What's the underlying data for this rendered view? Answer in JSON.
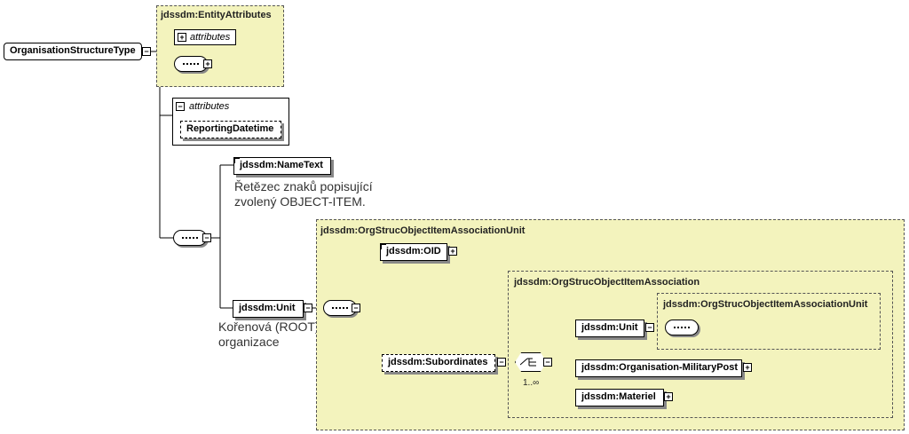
{
  "root_element": "OrganisationStructureType",
  "groups": {
    "entity_attributes": "jdssdm:EntityAttributes",
    "org_struc_unit": "jdssdm:OrgStrucObjectItemAssociationUnit",
    "org_struc_assoc": "jdssdm:OrgStrucObjectItemAssociation",
    "org_struc_unit_ref": "jdssdm:OrgStrucObjectItemAssociationUnit"
  },
  "attributes": {
    "collapsed_label": "attributes",
    "expanded_label": "attributes",
    "reporting_datetime": "ReportingDatetime"
  },
  "elements": {
    "name_text": "jdssdm:NameText",
    "unit": "jdssdm:Unit",
    "oid": "jdssdm:OID",
    "subordinates": "jdssdm:Subordinates",
    "inner_unit": "jdssdm:Unit",
    "military_post": "jdssdm:Organisation-MilitaryPost",
    "materiel": "jdssdm:Materiel"
  },
  "docs": {
    "name_text_line1": "Řetězec znaků popisující",
    "name_text_line2": "zvolený OBJECT-ITEM.",
    "unit_line1": "Kořenová (ROOT)",
    "unit_line2": "organizace"
  },
  "cardinality": {
    "choice": "1..∞"
  },
  "icons": {
    "expand": "plus-box-icon",
    "collapse": "minus-box-icon",
    "sequence": "sequence-compositor-icon",
    "choice": "choice-compositor-icon"
  }
}
